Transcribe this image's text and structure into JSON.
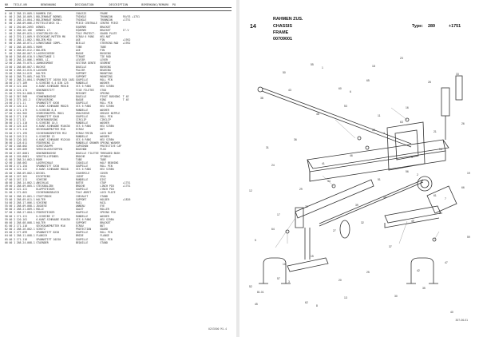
{
  "left_page": {
    "header": "NR   TEILE-NR        BENENNUNG           DESIGNATION         DESCRIPTION        BEMERKUNG/REMARK  PO",
    "footer": "0253500 M1.4",
    "rows": [
      [
        "0",
        "00 2",
        "268.15.009.1",
        "RAHMEN ZUS.",
        "CHASSIS",
        "FRAME",
        ""
      ],
      [
        "0",
        "00 2",
        "268.18.009.1",
        "BOLZENHAUT BORNEL",
        "TRINGLE",
        "TRUNNION",
        "95/93 +1751"
      ],
      [
        "0",
        "00 2",
        "268.24.004.2",
        "BOLZENHAUT BORNEL",
        "TRINGLE",
        "TRUNNION",
        "+1751"
      ],
      [
        "0",
        "00 1",
        "268.09.006.2",
        "MITTELSTUECK CO.",
        "PIECE CENTRALE",
        "CENTRE PIECE",
        ""
      ],
      [
        "1",
        "00 1",
        "250.06.2093",
        "WINKEL",
        "EQUERRE",
        "BRACKET",
        ""
      ],
      [
        "2",
        "00 1",
        "268.26.106",
        "WINKEL LT.",
        "EQUERRE",
        "BRACKET",
        "1T-V"
      ],
      [
        "3",
        "00 2",
        "268.09.025.1",
        "SCHUTZBLECH GO.",
        "TOLE PROTECT.",
        "GUARD PLATE",
        ""
      ],
      [
        "4",
        "00 2",
        "370.11.009.9",
        "SECHSKANT-MUTTER M6",
        "ECROU 6 PANS",
        "HEX.NUT",
        ""
      ],
      [
        "5",
        "00 2",
        "268.11.002.1",
        "BOLZEN M16",
        "AXE",
        "PIN",
        "+1952"
      ],
      [
        "6",
        "00 4",
        "268.18.071.2",
        "LENKSTANGE COMPL.",
        "BIELLE",
        "STEERING ROD",
        "+1952"
      ],
      [
        "7",
        "00 1",
        "268.18.005.1",
        "ROHR",
        "TUBE",
        "TUBE",
        ""
      ],
      [
        "8",
        "00 1",
        "268.05.012.2",
        "BOLZEN",
        "AXE",
        "PIN",
        ""
      ],
      [
        "9",
        "00 1",
        "268.08.007.9",
        "LAGERSCHEIBE",
        "BAGUE",
        "BUSHING",
        ""
      ],
      [
        "10",
        "00 1",
        "268.08.010.5",
        "LENKSTANGE 1",
        "TIRANT",
        "TIE ROD",
        ""
      ],
      [
        "11",
        "00 2",
        "268.24.006.1",
        "HEBEL LI.",
        "LEVIER",
        "LEVER",
        ""
      ],
      [
        "12",
        "00 2",
        "268.75.075.1",
        "ZAHNSEGMENT",
        "SECTEUR DENTE",
        "SEGMENT",
        ""
      ],
      [
        "13",
        "00 1",
        "268.08.007.1",
        "BUCHSE",
        "DOUILLE",
        "BUSHING",
        ""
      ],
      [
        "14",
        "00 1",
        "268.24.015.6",
        "LAGVORR",
        "PALIER",
        "BEARING",
        ""
      ],
      [
        "15",
        "00 1",
        "268.24.019",
        "HALTER",
        "SUPPORT",
        "MOUNTING",
        ""
      ],
      [
        "16",
        "00 1",
        "268.75.005.7",
        "HALTER",
        "SUPPORT",
        "MOUNTING",
        ""
      ],
      [
        "17",
        "00 1",
        "268.24.004.1",
        "SPANNSTIFT 10X50 DIN 1481",
        "GOUPILLE",
        "ROLL PIN",
        ""
      ],
      [
        "18",
        "00 2",
        "177.189",
        "U-SCHEIBE 6,4 DIN 125",
        "RONDELLE",
        "WASHER",
        ""
      ],
      [
        "19",
        "00 2",
        "122.104",
        "6-KANT-SCHRAUBE M6X16",
        "VIS 6 PANS",
        "HEX SCREW",
        ""
      ],
      [
        "20",
        "00 2",
        "125.174",
        "GEWINDESTIFT",
        "TIGE FILETEE",
        "STUD",
        ""
      ],
      [
        "21",
        "00 2",
        "370.54.068.5",
        "FEDER",
        "RESSORT",
        "SPRING",
        ""
      ],
      [
        "22",
        "00 2",
        "367.968",
        "SCHWENKBUCHSE",
        "DOUILLE",
        "PIVOT BUSHING",
        "T 4E"
      ],
      [
        "23",
        "00 2",
        "375.101.1",
        "EINFASSRING",
        "BAGUE",
        "RING",
        "T 4E"
      ],
      [
        "24",
        "00 2",
        "171.11",
        "SPANNSTIFT 6X36",
        "GOUPILLE",
        "ROLL PIN",
        ""
      ],
      [
        "25",
        "00 2",
        "120.111",
        "6-KANT-SCHRAUBE M8X25",
        "VIS 6 PANS",
        "HEX SCREW",
        ""
      ],
      [
        "26",
        "00 2",
        "171.179",
        "U-SCHEIBE 8,4",
        "RONDELLE",
        "WASHER",
        ""
      ],
      [
        "27",
        "00 1",
        "181.902",
        "SCHMIERNIPPEL M8X1",
        "GRAISSEUR",
        "GREASE NIPPLE",
        ""
      ],
      [
        "28",
        "00 2",
        "171.116",
        "SPANNSTIFT 8X40",
        "GOUPILLE",
        "ROLL PIN",
        ""
      ],
      [
        "29",
        "00 2",
        "171.52",
        "SICHERUNGSRING",
        "CIRCLIP",
        "CIRCLIP",
        ""
      ],
      [
        "30",
        "00 1",
        "171.110",
        "U-SCHEIBE 10,5",
        "RONDELLE",
        "WASHER",
        ""
      ],
      [
        "31",
        "00 2",
        "125.123",
        "6-KANT-SCHRAUBE M10X30",
        "VIS 6 PANS",
        "HEX SCREW",
        ""
      ],
      [
        "32",
        "00 2",
        "171.114",
        "SECHSKANTMUTTER M10",
        "ECROU",
        "NUT",
        ""
      ],
      [
        "33",
        "00 2",
        "171.195",
        "SICHERUNGSMUTTER M12",
        "ECROU FREIN",
        "LOCK NUT",
        ""
      ],
      [
        "34",
        "00 2",
        "149.211",
        "U-SCHEIBE 13",
        "RONDELLE",
        "WASHER",
        ""
      ],
      [
        "35",
        "00 2",
        "120.101",
        "6-KANT-SCHRAUBE M12X40",
        "VIS 6 PANS",
        "HEX SCREW",
        ""
      ],
      [
        "36",
        "00 1",
        "128.011",
        "FEDERRING 12",
        "RONDELLE GROWER",
        "SPRING WASHER",
        ""
      ],
      [
        "37",
        "00 1",
        "168.002",
        "SCHUTZKAPPE",
        "CAPUCHON",
        "PROTECTIVE CAP",
        ""
      ],
      [
        "38",
        "00 1",
        "169.009",
        "VERSCHLUSSSTOPFEN",
        "BOUCHON",
        "PLUG",
        ""
      ],
      [
        "39",
        "00 2",
        "187.0001",
        "GEWINDEBUCHSE",
        "DOUILLE FILETEE",
        "THREADED BUSH",
        ""
      ],
      [
        "40",
        "00 1",
        "165.0001",
        "VERSTELLSPINDEL",
        "BROCHE",
        "SPINDLE",
        ""
      ],
      [
        "41",
        "00 2",
        "268.24.002.1",
        "ROHR",
        "TUBE",
        "TUBE",
        ""
      ],
      [
        "42",
        "00 1",
        "168.062",
        "LAGERSCHALE",
        "COQUILLE",
        "HALF BEARING",
        ""
      ],
      [
        "43",
        "00 2",
        "171.154",
        "SPANNSTIFT 5X30",
        "GOUPILLE",
        "ROLL PIN",
        ""
      ],
      [
        "44",
        "00 1",
        "122.122",
        "6-KANT-SCHRAUBE M8X40",
        "VIS 6 PANS",
        "HEX SCREW",
        ""
      ],
      [
        "45",
        "00 1",
        "268.09.002.1",
        "DECKEL",
        "COUVERCLE",
        "COVER",
        ""
      ],
      [
        "46",
        "00 1",
        "167.101",
        "DICHTRING",
        "JOINT",
        "SEAL",
        ""
      ],
      [
        "47",
        "00 2",
        "167.111",
        "SCHEIBE",
        "RONDELLE",
        "DISC",
        ""
      ],
      [
        "48",
        "00 1",
        "268.14.002.1",
        "ANSCHLAG",
        "BUTEE",
        "STOP",
        "+1751"
      ],
      [
        "49",
        "00 1",
        "268.09.005.1",
        "STECKBOLZEN",
        "BROCHE",
        "LINCH PIN",
        "+1751"
      ],
      [
        "50",
        "00 2",
        "122.121",
        "KLAPPSTECKER",
        "GOUPILLE",
        "LYNCH PIN",
        ""
      ],
      [
        "51",
        "00 1",
        "172.001",
        "SICHERUNGSBLECH",
        "TOLE ARRET",
        "LOCK PLATE",
        ""
      ],
      [
        "52",
        "00 1",
        "268.15.001.1",
        "STUETZBOCK",
        "CHEVALET",
        "STAND",
        ""
      ],
      [
        "53",
        "00 1",
        "268.09.011.1",
        "HALTER",
        "SUPPORT",
        "HOLDER",
        "+1826"
      ],
      [
        "54",
        "00 2",
        "268.17.006.1",
        "SCHIENE",
        "RAIL",
        "RAIL",
        ""
      ],
      [
        "55",
        "00 1",
        "268.09.008.1",
        "ZUGOESE",
        "ANNEAU",
        "EYE",
        ""
      ],
      [
        "56",
        "00 2",
        "268.21.009.1",
        "ROLLE",
        "GALET",
        "ROLLER",
        ""
      ],
      [
        "57",
        "00 1",
        "268.27.004.1",
        "FEDERSTECKER",
        "GOUPILLE",
        "SPRING PIN",
        ""
      ],
      [
        "58",
        "00 1",
        "171.121",
        "U-SCHEIBE 17",
        "RONDELLE",
        "WASHER",
        ""
      ],
      [
        "59",
        "00 2",
        "120.161",
        "6-KANT-SCHRAUBE M16X50",
        "VIS 6 PANS",
        "HEX SCREW",
        ""
      ],
      [
        "60",
        "00 1",
        "268.08.008.1",
        "HALTER",
        "SUPPORT",
        "BRACKET",
        ""
      ],
      [
        "61",
        "00 2",
        "171.116",
        "SECHSKANTMUTTER M16",
        "ECROU",
        "NUT",
        ""
      ],
      [
        "62",
        "00 2",
        "268.26.002.1",
        "SCHUTZ",
        "PROTECTION",
        "GUARD",
        ""
      ],
      [
        "63",
        "00 2",
        "177.099",
        "SPANNSTIFT 8X30",
        "GOUPILLE",
        "ROLL PIN",
        ""
      ],
      [
        "64",
        "00 1",
        "268.11.008.1",
        "FLANSCH",
        "BRIDE",
        "FLANGE",
        ""
      ],
      [
        "65",
        "00 2",
        "171.116",
        "SPANNSTIFT 10X30",
        "GOUPILLE",
        "ROLL PIN",
        ""
      ],
      [
        "66",
        "00 1",
        "268.24.008.1",
        "STAENDER",
        "BEQUILLE",
        "STAND",
        ""
      ]
    ]
  },
  "right_page": {
    "page_number": "14",
    "title_de": "RAHMEN ZUS.",
    "title_fr": "CHASSIS",
    "title_en": "FRAME",
    "part_number": "00709001",
    "type_label": "Type:",
    "type_value": "289",
    "range_note": "+1751",
    "drawing_code": "307-06-01",
    "callouts": [
      "1",
      "2",
      "3",
      "4",
      "5",
      "6",
      "7",
      "8",
      "9",
      "10",
      "11",
      "12",
      "13",
      "14",
      "15",
      "16",
      "17",
      "18",
      "19",
      "20",
      "21",
      "22",
      "23",
      "24",
      "25",
      "26",
      "27",
      "28",
      "29",
      "30",
      "31",
      "32",
      "33",
      "34",
      "35",
      "36",
      "37",
      "38",
      "39",
      "40",
      "41",
      "42",
      "43",
      "44",
      "45",
      "46",
      "47",
      "48",
      "49",
      "50",
      "51",
      "52",
      "53",
      "54",
      "55",
      "56",
      "57",
      "58",
      "59",
      "60",
      "61",
      "62",
      "63",
      "64",
      "65",
      "66",
      "81.01"
    ]
  }
}
